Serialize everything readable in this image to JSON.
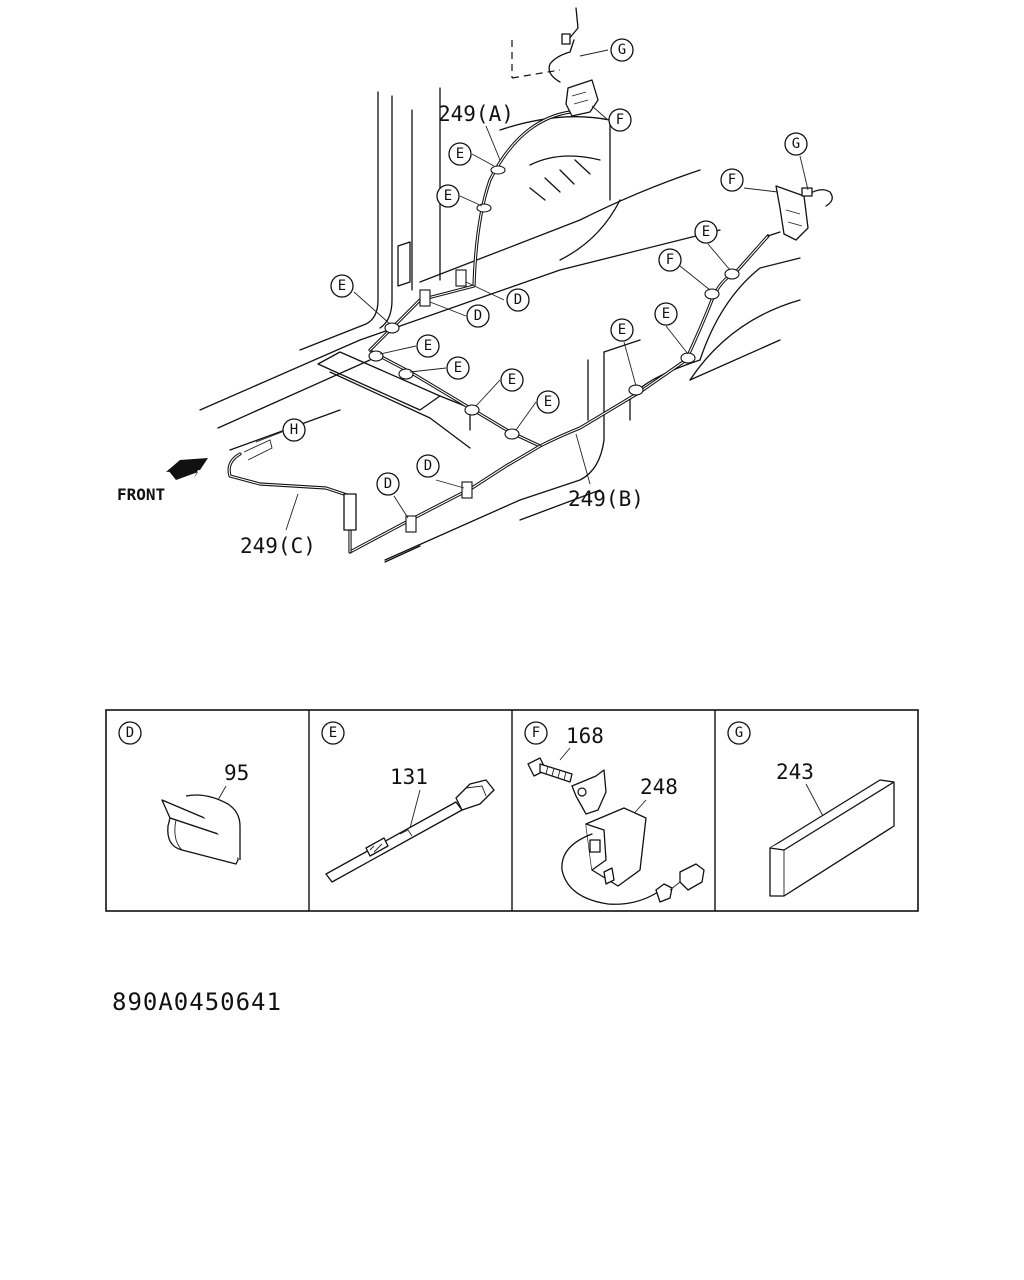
{
  "diagram": {
    "callouts": {
      "d": "D",
      "e": "E",
      "f": "F",
      "g": "G",
      "h": "H"
    },
    "harness_labels": {
      "a": "249(A)",
      "b": "249(B)",
      "c": "249(C)"
    },
    "front_label": "FRONT"
  },
  "legend": {
    "cells": [
      {
        "letter": "D",
        "parts": [
          "95"
        ]
      },
      {
        "letter": "E",
        "parts": [
          "131"
        ]
      },
      {
        "letter": "F",
        "parts": [
          "168",
          "248"
        ]
      },
      {
        "letter": "G",
        "parts": [
          "243"
        ]
      }
    ]
  },
  "document_code": "890A0450641"
}
